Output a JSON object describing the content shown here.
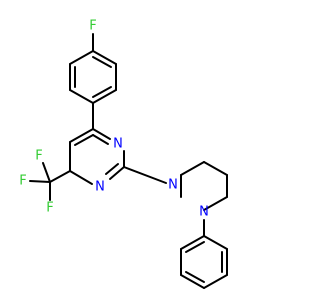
{
  "molecule": {
    "atoms": [
      {
        "name": "atom-fluoro-f",
        "text": "F",
        "color": "#33cc33"
      },
      {
        "name": "atom-pyrimidine-n3",
        "text": "N",
        "color": "#0000ff"
      },
      {
        "name": "atom-pyrimidine-n1",
        "text": "N",
        "color": "#0000ff"
      },
      {
        "name": "atom-cf3-f-top",
        "text": "F",
        "color": "#33cc33"
      },
      {
        "name": "atom-cf3-f-left",
        "text": "F",
        "color": "#33cc33"
      },
      {
        "name": "atom-cf3-f-bottom",
        "text": "F",
        "color": "#33cc33"
      },
      {
        "name": "atom-piperazine-n1",
        "text": "N",
        "color": "#0000ff"
      },
      {
        "name": "atom-piperazine-n4",
        "text": "N",
        "color": "#0000ff"
      }
    ],
    "bond_color": "#000000",
    "background": "#ffffff"
  }
}
